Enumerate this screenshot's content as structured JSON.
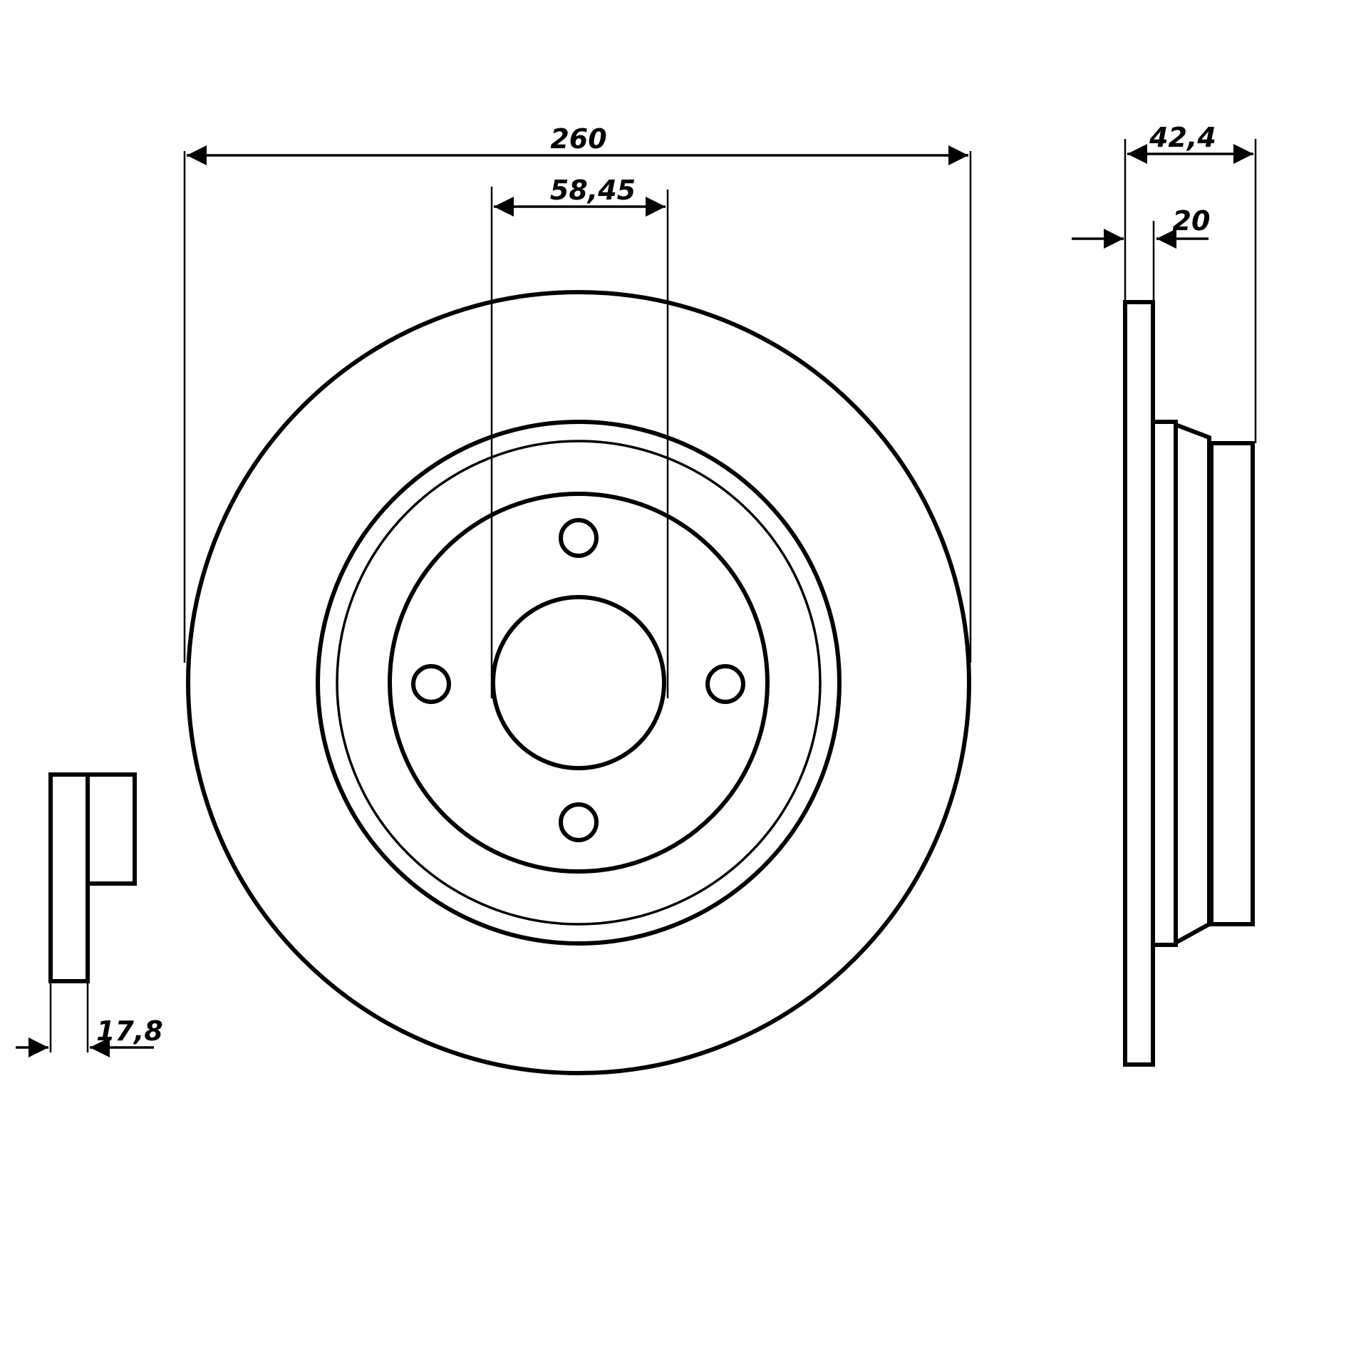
{
  "dimensions": {
    "outer_diameter": "260",
    "center_bore": "58,45",
    "overall_height": "42,4",
    "disc_thickness_side": "20",
    "min_thickness": "17,8"
  },
  "colors": {
    "line": "#000000",
    "background": "#ffffff"
  }
}
